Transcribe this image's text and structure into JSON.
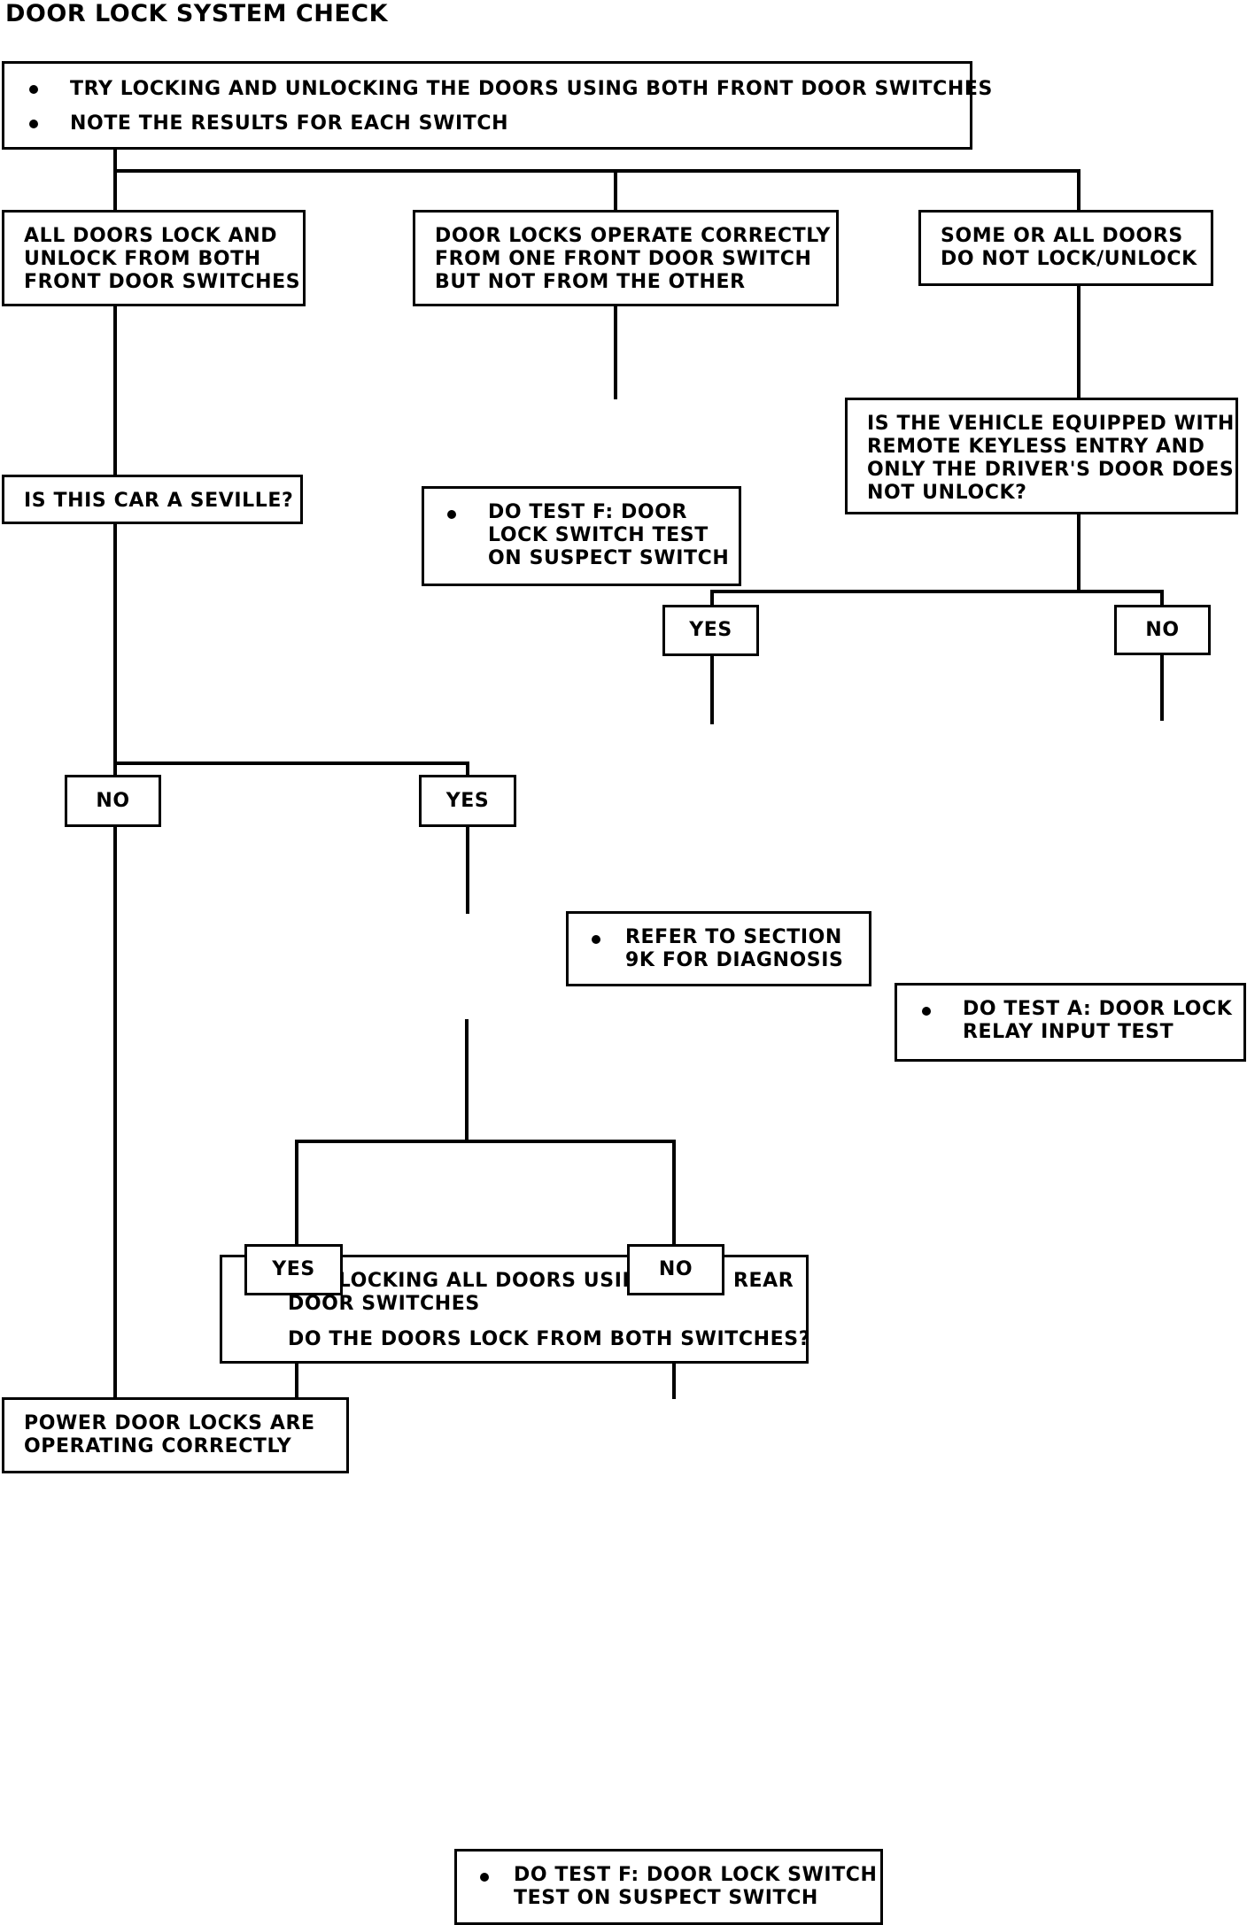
{
  "title": "DOOR LOCK SYSTEM CHECK",
  "boxes": {
    "start": {
      "line1": "TRY LOCKING AND UNLOCKING THE DOORS USING BOTH FRONT DOOR SWITCHES",
      "line2": "NOTE THE RESULTS FOR EACH SWITCH"
    },
    "all_doors": {
      "lines": [
        "ALL DOORS LOCK AND",
        "UNLOCK FROM BOTH",
        "FRONT DOOR SWITCHES"
      ]
    },
    "one_switch": {
      "lines": [
        "DOOR LOCKS OPERATE CORRECTLY",
        "FROM ONE FRONT DOOR SWITCH",
        "BUT NOT FROM THE OTHER"
      ]
    },
    "some_doors": {
      "lines": [
        "SOME OR ALL DOORS",
        "DO NOT LOCK/UNLOCK"
      ]
    },
    "test_f_door": {
      "lines": [
        "DO TEST F: DOOR",
        "LOCK SWITCH TEST",
        "ON SUSPECT SWITCH"
      ]
    },
    "keyless": {
      "lines": [
        "IS THE VEHICLE EQUIPPED WITH",
        "REMOTE KEYLESS ENTRY AND",
        "ONLY THE DRIVER'S DOOR DOES",
        "NOT UNLOCK?"
      ]
    },
    "seville": {
      "lines": [
        "IS THIS CAR A SEVILLE?"
      ]
    },
    "keyless_yes": "YES",
    "keyless_no": "NO",
    "section_9k": {
      "lines": [
        "REFER TO SECTION",
        "9K FOR DIAGNOSIS"
      ]
    },
    "test_a": {
      "lines": [
        "DO TEST A: DOOR LOCK",
        "RELAY INPUT TEST"
      ]
    },
    "seville_no": "NO",
    "seville_yes": "YES",
    "rear_switches": {
      "lines": [
        "TRY LOCKING ALL DOORS USING BOTH REAR",
        "DOOR SWITCHES"
      ],
      "question": "DO THE DOORS LOCK FROM BOTH SWITCHES?"
    },
    "rear_yes": "YES",
    "rear_no": "NO",
    "correct": {
      "lines": [
        "POWER DOOR LOCKS ARE",
        "OPERATING CORRECTLY"
      ]
    },
    "test_f_final": {
      "lines": [
        "DO TEST F: DOOR LOCK SWITCH",
        "TEST ON SUSPECT SWITCH"
      ]
    }
  }
}
